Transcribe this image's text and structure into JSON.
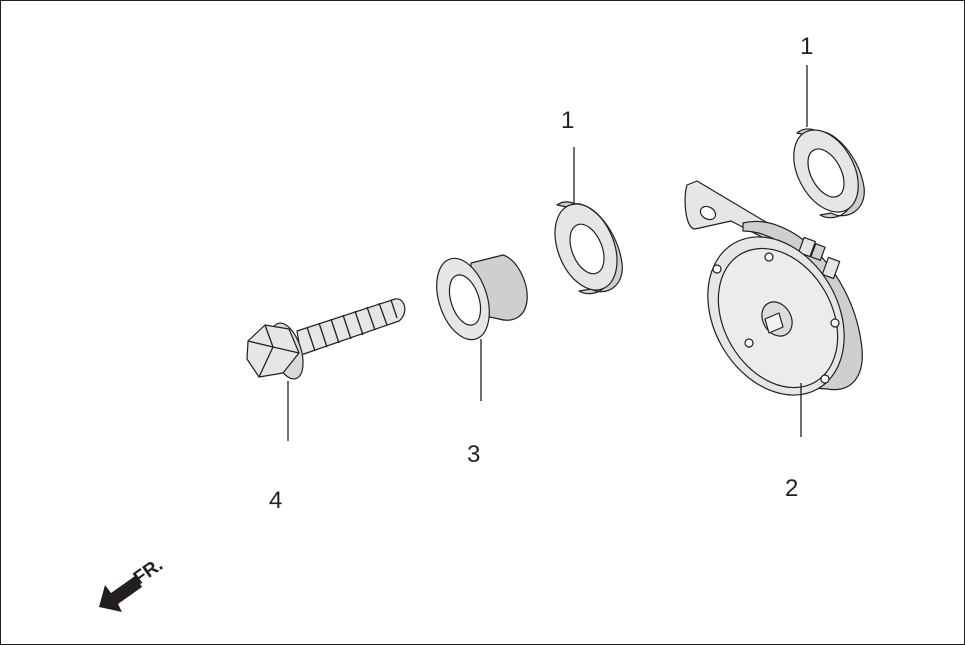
{
  "callouts": {
    "washer_upper": "1",
    "washer_middle": "1",
    "horn": "2",
    "collar": "3",
    "bolt": "4"
  },
  "direction": {
    "label": "FR.",
    "icon": "front-direction-arrow-icon"
  },
  "colors": {
    "line": "#231f20",
    "part_fill": "#e6e6e6",
    "part_shade": "#cfcfcf",
    "background": "#ffffff"
  }
}
